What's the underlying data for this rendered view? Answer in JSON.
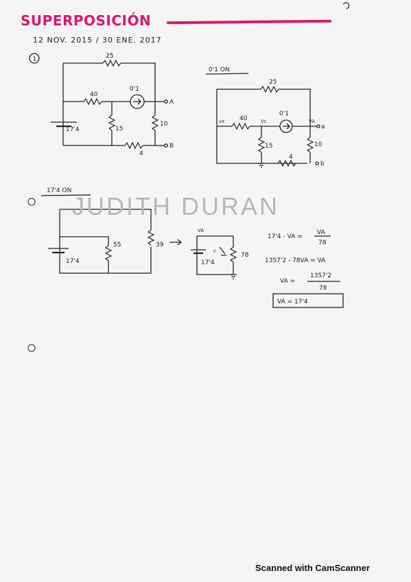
{
  "title": "SUPERPOSICIÓN",
  "date": "12 NOV. 2015 / 30 ENE. 2017",
  "section1": {
    "number": "1",
    "circuit_main": {
      "r_top": "25",
      "r_mid": "40",
      "source": "0'1",
      "r_vert": "15",
      "r_right": "10",
      "r_bottom": "4",
      "battery": "17'4",
      "node_a": "A",
      "node_b": "B"
    },
    "heading_sub": "0'1 ON",
    "circuit_sub": {
      "r_top": "25",
      "r_mid": "40",
      "source": "0'1",
      "r_vert": "15",
      "r_right": "10",
      "r_bottom": "4",
      "node_vx": "vx",
      "node_vc": "Vc",
      "node_va": "VA",
      "node_a": "a",
      "node_b": "b"
    }
  },
  "section2": {
    "heading": "17'4 ON",
    "circuit_left": {
      "battery": "17'4",
      "r1": "55",
      "r2": "39"
    },
    "circuit_right": {
      "node": "VA",
      "battery": "17'4",
      "r": "78",
      "node_c": "c"
    },
    "equations": {
      "eq1_left": "17'4 - VA =",
      "eq1_num": "VA",
      "eq1_den": "78",
      "eq2": "1357'2 - 78VA = VA",
      "eq3_left": "VA =",
      "eq3_num": "1357'2",
      "eq3_den": "78",
      "result": "VA = 17'4"
    }
  },
  "watermark": "JUDITH DURAN",
  "footer": "Scanned with CamScanner",
  "colors": {
    "accent": "#e0156e",
    "ink": "#1d1d1d"
  }
}
